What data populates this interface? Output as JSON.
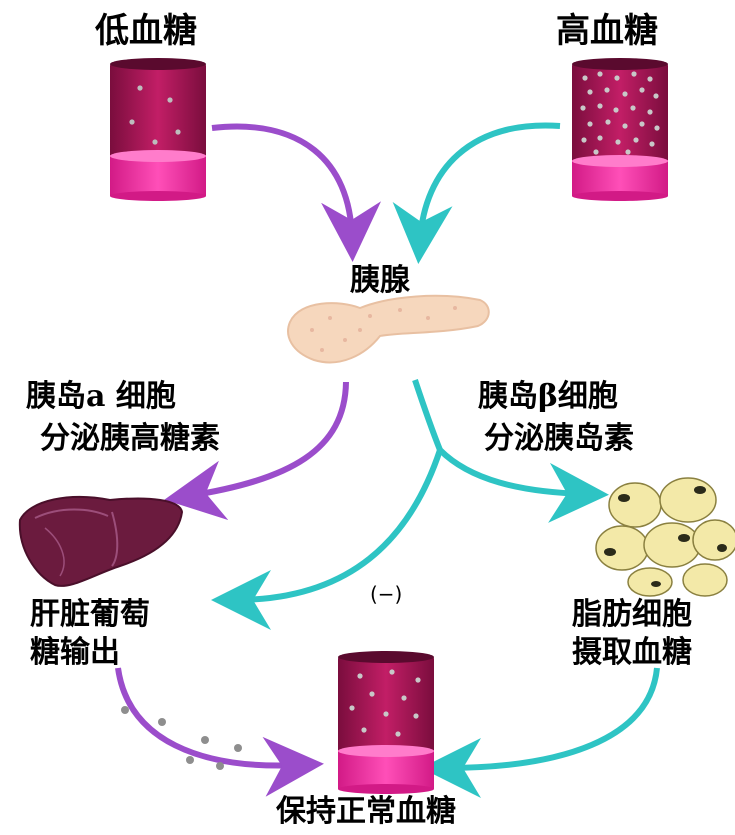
{
  "labels": {
    "low_blood_sugar": "低血糖",
    "high_blood_sugar": "高血糖",
    "pancreas": "胰腺",
    "alpha_cell_line1": "胰岛a 细胞",
    "alpha_cell_line2": "分泌胰高糖素",
    "beta_cell_line1": "胰岛β细胞",
    "beta_cell_line2": "分泌胰岛素",
    "liver_line1": "肝脏葡萄",
    "liver_line2": "糖输出",
    "inhibit_mark": "(−)",
    "fat_line1": "脂肪细胞",
    "fat_line2": "摄取血糖",
    "normal_blood_sugar": "保持正常血糖"
  },
  "colors": {
    "purple_arrow": "#9b4dcb",
    "teal_arrow": "#2ec4c4",
    "tube_dark": "#8e1148",
    "tube_mid": "#c21e66",
    "tube_fluid": "#ee2fa0",
    "pancreas": "#f6d7bd",
    "liver": "#6b1b3e",
    "fat_cell": "#f3e9a8",
    "glucose_dot": "#9b9b9b"
  },
  "icons": [
    "low-glucose-tube-icon",
    "high-glucose-tube-icon",
    "pancreas-icon",
    "liver-icon",
    "fat-cells-icon",
    "normal-glucose-tube-icon"
  ]
}
